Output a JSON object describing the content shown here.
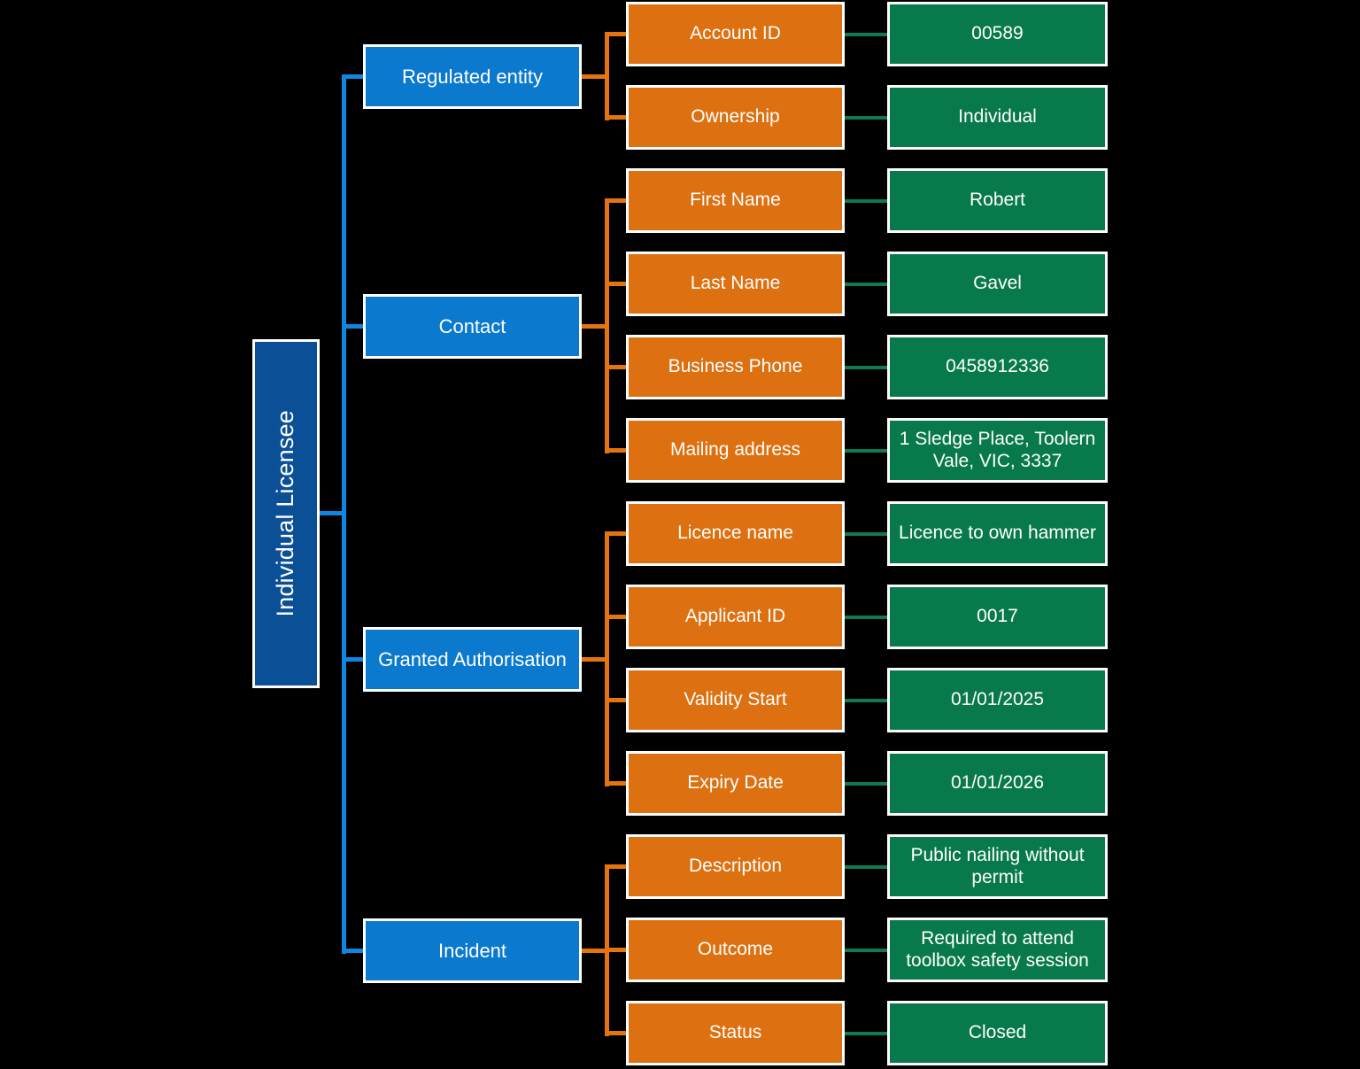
{
  "diagram": {
    "title": "Individual Licensee",
    "root": {
      "label": "Individual Licensee",
      "color": "#0b4f96"
    },
    "palette": {
      "root": "#0b4f96",
      "category": "#0b79ce",
      "attribute": "#dd7010",
      "value": "#07794a",
      "background": "#000000",
      "border": "#ffffff",
      "connector_blue": "#1186e0",
      "connector_orange": "#e4740f",
      "connector_green": "#0d7a53"
    },
    "categories": [
      {
        "label": "Regulated entity",
        "attributes": [
          {
            "label": "Account ID",
            "value": "00589"
          },
          {
            "label": "Ownership",
            "value": "Individual"
          }
        ]
      },
      {
        "label": "Contact",
        "attributes": [
          {
            "label": "First Name",
            "value": "Robert"
          },
          {
            "label": "Last Name",
            "value": "Gavel"
          },
          {
            "label": "Business Phone",
            "value": "0458912336"
          },
          {
            "label": "Mailing address",
            "value": "1 Sledge Place, Toolern Vale, VIC, 3337"
          }
        ]
      },
      {
        "label": "Granted Authorisation",
        "attributes": [
          {
            "label": "Licence name",
            "value": "Licence to own hammer"
          },
          {
            "label": "Applicant ID",
            "value": "0017"
          },
          {
            "label": "Validity Start",
            "value": "01/01/2025"
          },
          {
            "label": "Expiry Date",
            "value": "01/01/2026"
          }
        ]
      },
      {
        "label": "Incident",
        "attributes": [
          {
            "label": "Description",
            "value": "Public nailing without permit"
          },
          {
            "label": "Outcome",
            "value": "Required to attend toolbox safety session"
          },
          {
            "label": "Status",
            "value": "Closed"
          }
        ]
      }
    ]
  }
}
